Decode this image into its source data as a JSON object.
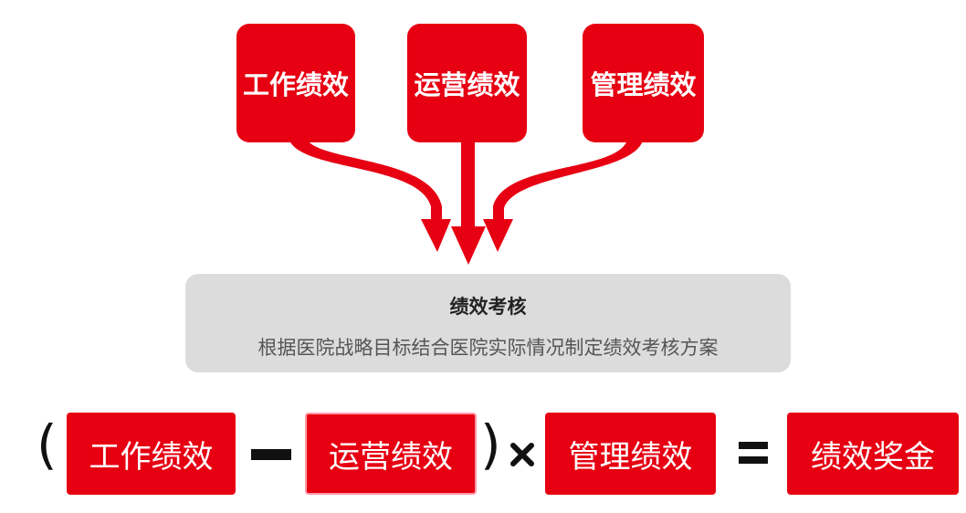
{
  "sources": [
    {
      "label": "工作绩效"
    },
    {
      "label": "运营绩效"
    },
    {
      "label": "管理绩效"
    }
  ],
  "summary": {
    "title": "绩效考核",
    "description": "根据医院战略目标结合医院实际情况制定绩效考核方案"
  },
  "formula": {
    "open_paren": "(",
    "term1": "工作绩效",
    "minus": "−",
    "term2": "运营绩效",
    "close_paren": ")",
    "times": "✖",
    "term3": "管理绩效",
    "equals": "=",
    "result": "绩效奖金"
  },
  "colors": {
    "accent": "#e60012",
    "panel": "#dcdcdc"
  }
}
